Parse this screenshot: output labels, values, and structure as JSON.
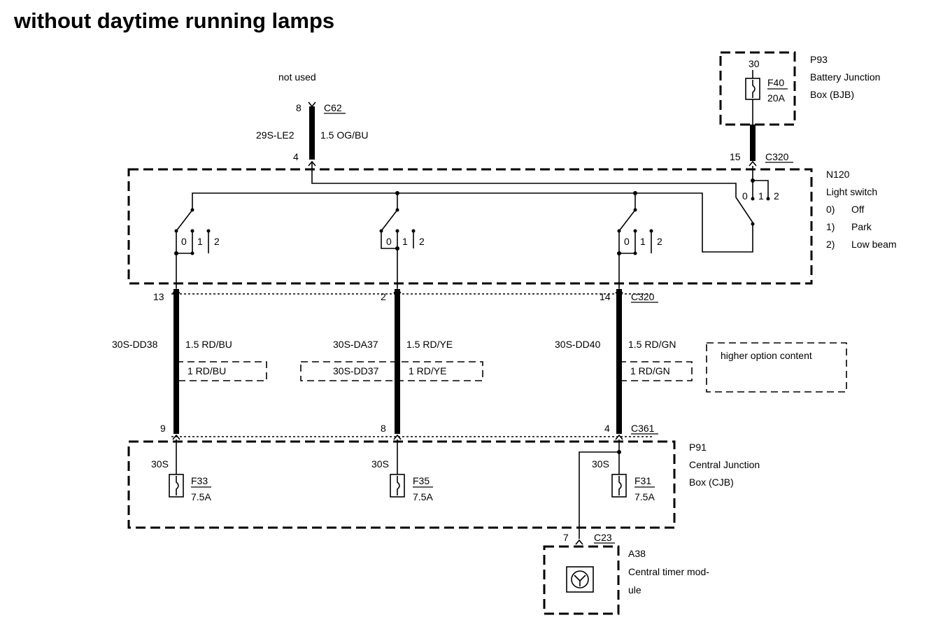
{
  "title": "without daytime running lamps",
  "top_connector": {
    "note": "not used",
    "pin_top": "8",
    "connector": "C62",
    "circuit": "29S-LE2",
    "wire": "1.5 OG/BU",
    "pin_bottom": "4"
  },
  "bjb": {
    "id": "P93",
    "name_line1": "Battery Junction",
    "name_line2": "Box (BJB)",
    "pin": "30",
    "fuse": "F40",
    "rating": "20A"
  },
  "switch_connector": {
    "pin": "15",
    "connector": "C320"
  },
  "light_switch": {
    "id": "N120",
    "name": "Light switch",
    "positions": [
      {
        "num": "0)",
        "label": "Off"
      },
      {
        "num": "1)",
        "label": "Park"
      },
      {
        "num": "2)",
        "label": "Low beam"
      }
    ],
    "pos_labels": [
      "0",
      "1",
      "2"
    ]
  },
  "columns": [
    {
      "pin_top": "13",
      "circuit": "30S-DD38",
      "wire": "1.5 RD/BU",
      "alt_circuit": "",
      "alt_wire": "1 RD/BU",
      "pin_bottom": "9",
      "feed": "30S",
      "fuse": "F33",
      "rating": "7.5A"
    },
    {
      "pin_top": "2",
      "circuit": "30S-DA37",
      "wire": "1.5 RD/YE",
      "alt_circuit": "30S-DD37",
      "alt_wire": "1 RD/YE",
      "pin_bottom": "8",
      "feed": "30S",
      "fuse": "F35",
      "rating": "7.5A"
    },
    {
      "pin_top": "14",
      "circuit": "30S-DD40",
      "wire": "1.5 RD/GN",
      "alt_circuit": "",
      "alt_wire": "1 RD/GN",
      "pin_bottom": "4",
      "feed": "30S",
      "fuse": "F31",
      "rating": "7.5A"
    }
  ],
  "upper_connector": "C320",
  "lower_connector": "C361",
  "higher_option": "higher option content",
  "cjb": {
    "id": "P91",
    "name_line1": "Central Junction",
    "name_line2": "Box (CJB)"
  },
  "timer_module": {
    "pin": "7",
    "connector": "C23",
    "id": "A38",
    "name_line1": "Central timer mod-",
    "name_line2": "ule"
  }
}
